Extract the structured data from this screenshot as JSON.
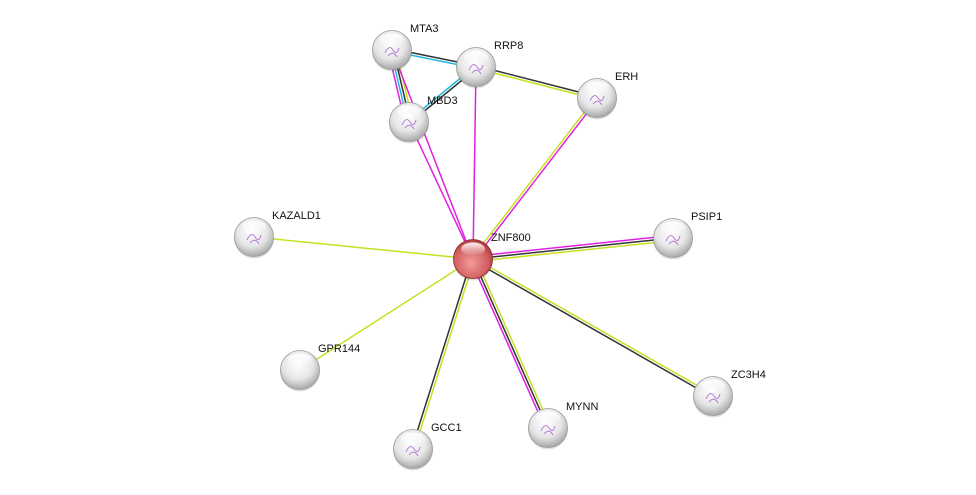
{
  "colors": {
    "textmining": "#c8df20",
    "coexpression": "#333333",
    "database": "#22b8e0",
    "experiments": "#e020e0",
    "query_node": "#d85858",
    "node": "#e8e8e8"
  },
  "nodes": [
    {
      "id": "ZNF800",
      "label": "ZNF800",
      "query": true
    },
    {
      "id": "MTA3",
      "label": "MTA3",
      "query": false
    },
    {
      "id": "RRP8",
      "label": "RRP8",
      "query": false
    },
    {
      "id": "ERH",
      "label": "ERH",
      "query": false
    },
    {
      "id": "MBD3",
      "label": "MBD3",
      "query": false
    },
    {
      "id": "KAZALD1",
      "label": "KAZALD1",
      "query": false
    },
    {
      "id": "PSIP1",
      "label": "PSIP1",
      "query": false
    },
    {
      "id": "GPR144",
      "label": "GPR144",
      "query": false
    },
    {
      "id": "GCC1",
      "label": "GCC1",
      "query": false
    },
    {
      "id": "MYNN",
      "label": "MYNN",
      "query": false
    },
    {
      "id": "ZC3H4",
      "label": "ZC3H4",
      "query": false
    }
  ],
  "edges": [
    {
      "source": "MTA3",
      "target": "RRP8",
      "channels": [
        "coexpression",
        "database"
      ]
    },
    {
      "source": "MTA3",
      "target": "MBD3",
      "channels": [
        "textmining",
        "coexpression",
        "database",
        "experiments"
      ]
    },
    {
      "source": "MTA3",
      "target": "ZNF800",
      "channels": [
        "experiments"
      ]
    },
    {
      "source": "RRP8",
      "target": "MBD3",
      "channels": [
        "coexpression",
        "database"
      ]
    },
    {
      "source": "RRP8",
      "target": "ERH",
      "channels": [
        "coexpression",
        "textmining"
      ]
    },
    {
      "source": "RRP8",
      "target": "ZNF800",
      "channels": [
        "experiments"
      ]
    },
    {
      "source": "MBD3",
      "target": "ZNF800",
      "channels": [
        "experiments"
      ]
    },
    {
      "source": "ERH",
      "target": "ZNF800",
      "channels": [
        "experiments",
        "textmining"
      ]
    },
    {
      "source": "KAZALD1",
      "target": "ZNF800",
      "channels": [
        "textmining"
      ]
    },
    {
      "source": "PSIP1",
      "target": "ZNF800",
      "channels": [
        "textmining",
        "coexpression",
        "experiments"
      ]
    },
    {
      "source": "GPR144",
      "target": "ZNF800",
      "channels": [
        "textmining"
      ]
    },
    {
      "source": "GCC1",
      "target": "ZNF800",
      "channels": [
        "coexpression",
        "textmining"
      ]
    },
    {
      "source": "MYNN",
      "target": "ZNF800",
      "channels": [
        "experiments",
        "coexpression",
        "textmining"
      ]
    },
    {
      "source": "ZC3H4",
      "target": "ZNF800",
      "channels": [
        "coexpression",
        "textmining"
      ]
    }
  ]
}
